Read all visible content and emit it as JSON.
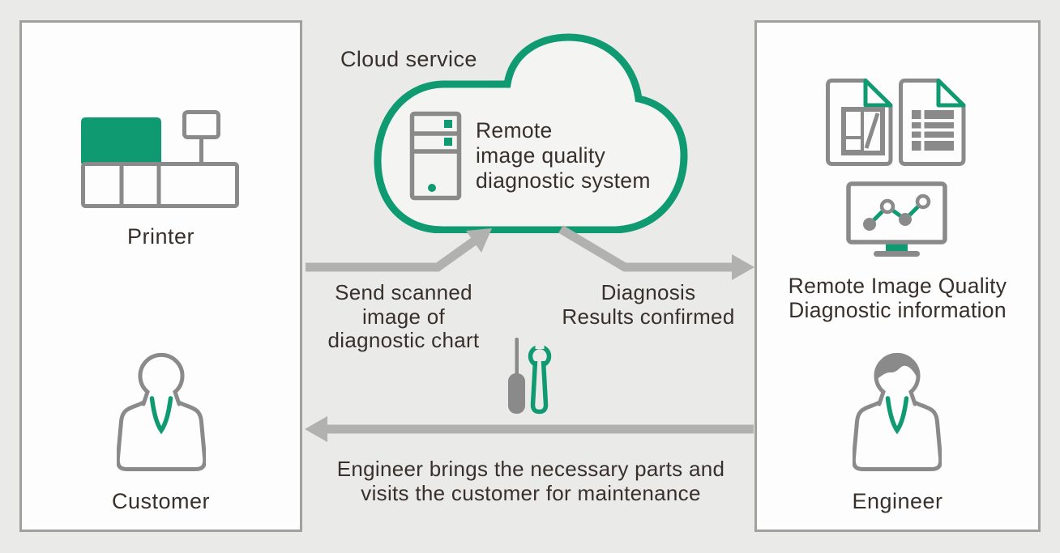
{
  "colors": {
    "background": "#eaeae8",
    "panel_fill": "#fdfdfd",
    "panel_border": "#a0a09e",
    "green": "#0f9a72",
    "icon_gray": "#8a8a8a",
    "arrow_gray": "#b1b1b0",
    "text": "#38302b",
    "cloud_fill": "#f4f4f2"
  },
  "cloud": {
    "label": "Cloud service",
    "system_name_lines": [
      "Remote",
      "image quality",
      "diagnostic system"
    ]
  },
  "customer_panel": {
    "printer_label": "Printer",
    "customer_label": "Customer"
  },
  "engineer_panel": {
    "info_lines": [
      "Remote Image Quality",
      "Diagnostic information"
    ],
    "engineer_label": "Engineer"
  },
  "flows": {
    "send_lines": [
      "Send scanned",
      "image of",
      "diagnostic chart"
    ],
    "diagnosis_lines": [
      "Diagnosis",
      "Results confirmed"
    ],
    "visit_lines": [
      "Engineer brings the necessary parts and",
      "visits the customer for maintenance"
    ]
  }
}
